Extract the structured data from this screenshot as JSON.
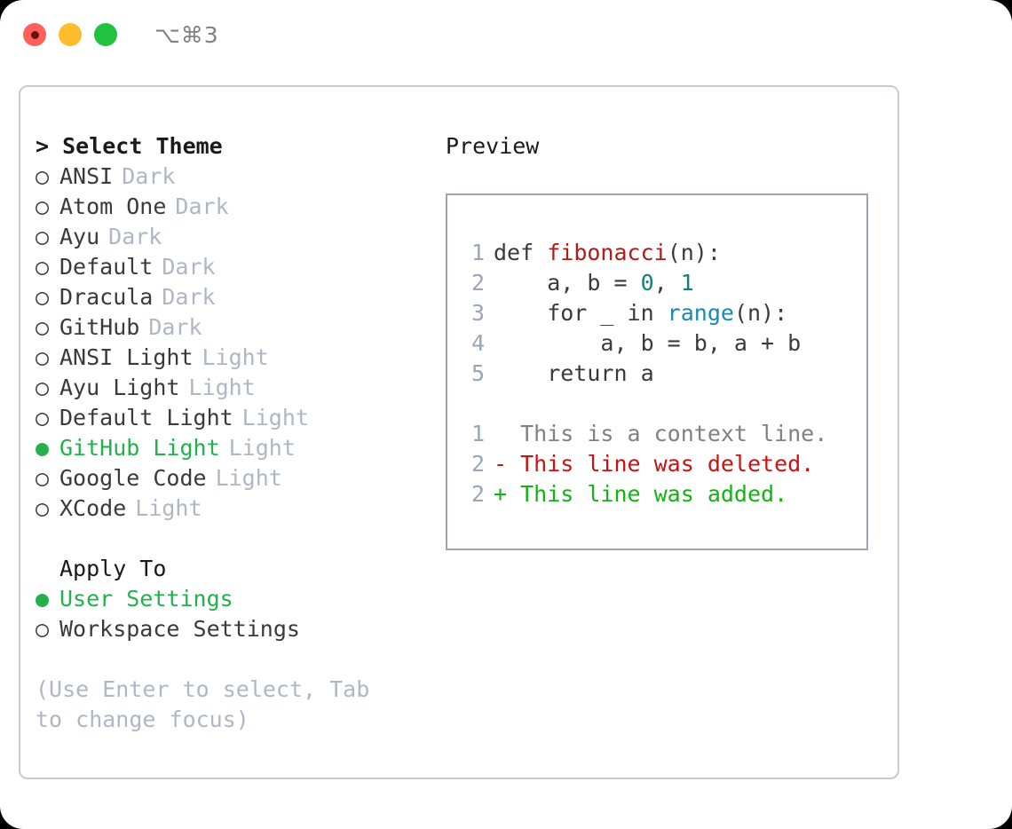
{
  "titlebar": {
    "shortcut": "⌥⌘3",
    "buttons": [
      {
        "name": "close-button",
        "color": "#ff6058"
      },
      {
        "name": "minimize-button",
        "color": "#ffbd2e"
      },
      {
        "name": "maximize-button",
        "color": "#23c141"
      }
    ]
  },
  "theme_panel": {
    "header": "> Select Theme",
    "items": [
      {
        "bullet": "○",
        "name": "ANSI",
        "kind": "Dark",
        "selected": false
      },
      {
        "bullet": "○",
        "name": "Atom One",
        "kind": "Dark",
        "selected": false
      },
      {
        "bullet": "○",
        "name": "Ayu",
        "kind": "Dark",
        "selected": false
      },
      {
        "bullet": "○",
        "name": "Default",
        "kind": "Dark",
        "selected": false
      },
      {
        "bullet": "○",
        "name": "Dracula",
        "kind": "Dark",
        "selected": false
      },
      {
        "bullet": "○",
        "name": "GitHub",
        "kind": "Dark",
        "selected": false
      },
      {
        "bullet": "○",
        "name": "ANSI Light",
        "kind": "Light",
        "selected": false
      },
      {
        "bullet": "○",
        "name": "Ayu Light",
        "kind": "Light",
        "selected": false
      },
      {
        "bullet": "○",
        "name": "Default Light",
        "kind": "Light",
        "selected": false
      },
      {
        "bullet": "●",
        "name": "GitHub Light",
        "kind": "Light",
        "selected": true
      },
      {
        "bullet": "○",
        "name": "Google Code",
        "kind": "Light",
        "selected": false
      },
      {
        "bullet": "○",
        "name": "XCode",
        "kind": "Light",
        "selected": false
      }
    ]
  },
  "apply_to": {
    "header": "Apply To",
    "options": [
      {
        "bullet": "●",
        "label": "User Settings",
        "selected": true
      },
      {
        "bullet": "○",
        "label": "Workspace Settings",
        "selected": false
      }
    ]
  },
  "hint": "(Use Enter to select, Tab to change focus)",
  "preview": {
    "title": "Preview",
    "code_lines": [
      {
        "ln": "1",
        "tokens": [
          {
            "t": "def ",
            "cls": "code-text"
          },
          {
            "t": "fibonacci",
            "cls": "tok-fn"
          },
          {
            "t": "(n):",
            "cls": "code-text"
          }
        ]
      },
      {
        "ln": "2",
        "tokens": [
          {
            "t": "    a, b = ",
            "cls": "code-text"
          },
          {
            "t": "0",
            "cls": "tok-num"
          },
          {
            "t": ", ",
            "cls": "code-text"
          },
          {
            "t": "1",
            "cls": "tok-num"
          }
        ]
      },
      {
        "ln": "3",
        "tokens": [
          {
            "t": "    for _ in ",
            "cls": "code-text"
          },
          {
            "t": "range",
            "cls": "tok-call"
          },
          {
            "t": "(n):",
            "cls": "code-text"
          }
        ]
      },
      {
        "ln": "4",
        "tokens": [
          {
            "t": "        a, b = b, a + b",
            "cls": "code-text"
          }
        ]
      },
      {
        "ln": "5",
        "tokens": [
          {
            "t": "    return a",
            "cls": "code-text"
          }
        ]
      }
    ],
    "diff_lines": [
      {
        "ln": "1",
        "marker": "  ",
        "text": "This is a context line.",
        "cls": "diff-ctx"
      },
      {
        "ln": "2",
        "marker": "- ",
        "text": "This line was deleted.",
        "cls": "diff-del"
      },
      {
        "ln": "2",
        "marker": "+ ",
        "text": "This line was added.",
        "cls": "diff-add"
      }
    ]
  },
  "colors": {
    "accent_green": "#22b14c",
    "muted": "#aeb7c4",
    "text": "#3a3a3a",
    "panel_border": "#c7cbd1",
    "preview_border": "#9aa6b4",
    "diff_add": "#12b312",
    "diff_del": "#cc1111",
    "syntax_function": "#b21a1a",
    "syntax_number": "#118077",
    "syntax_call": "#1689b5"
  }
}
